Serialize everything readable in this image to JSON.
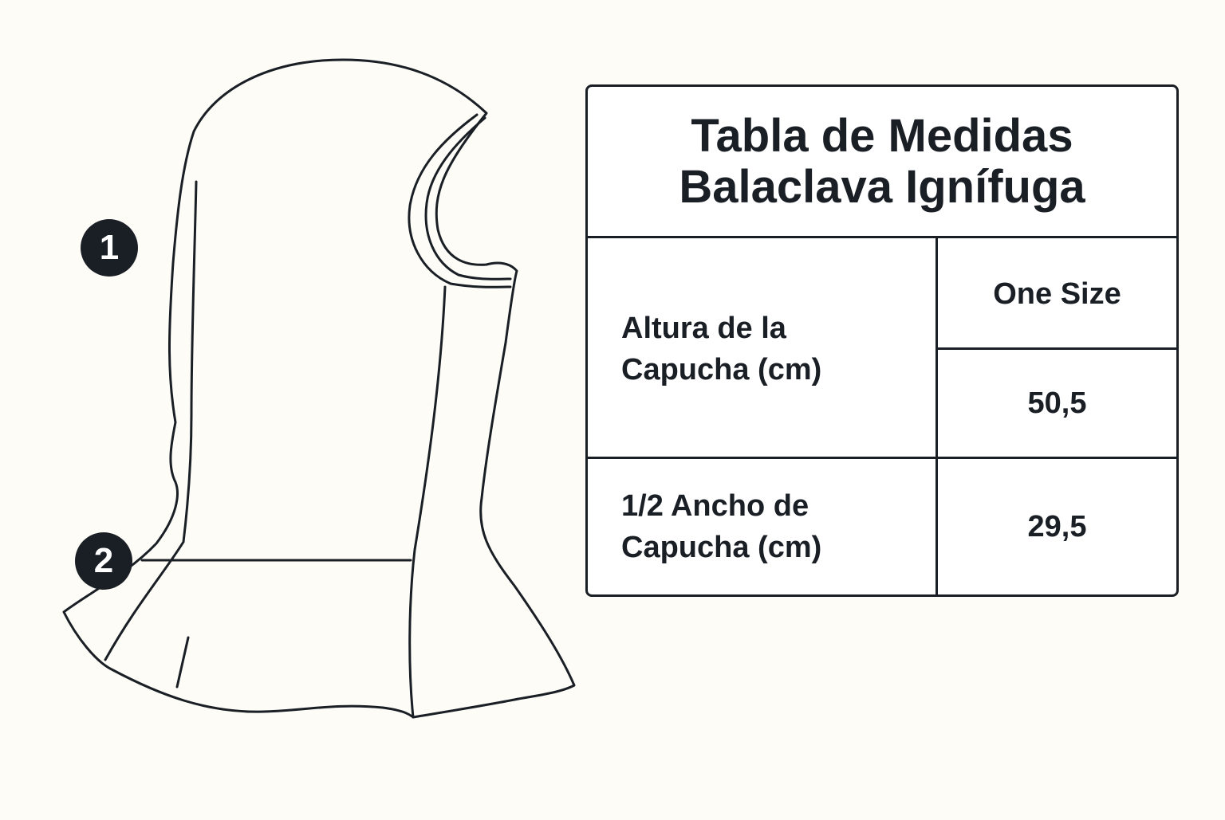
{
  "markers": {
    "one": "1",
    "two": "2"
  },
  "table": {
    "title_line1": "Tabla de Medidas",
    "title_line2": "Balaclava Ignífuga",
    "size_header": "One Size",
    "rows": [
      {
        "label": "Altura de la Capucha (cm)",
        "value": "50,5"
      },
      {
        "label": "1/2 Ancho de Capucha (cm)",
        "value": "29,5"
      }
    ]
  },
  "colors": {
    "background": "#fdfcf6",
    "ink": "#1a1f26",
    "table_fill": "#ffffff"
  }
}
